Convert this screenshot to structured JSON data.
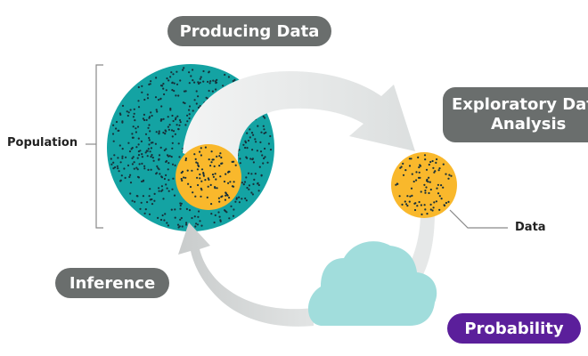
{
  "labels": {
    "producing_data": "Producing Data",
    "eda_line1": "Exploratory Dat",
    "eda_line2": "Analysis",
    "inference": "Inference",
    "probability": "Probability",
    "population": "Population",
    "data": "Data"
  },
  "colors": {
    "population_circle": "#14a3a3",
    "sample_circle": "#f9b82c",
    "cloud": "#a1dddc",
    "arrow": "#e4e6e6",
    "pill_gray": "#6a6e6d",
    "pill_purple": "#5b1f9b",
    "dots": "#17303a"
  }
}
